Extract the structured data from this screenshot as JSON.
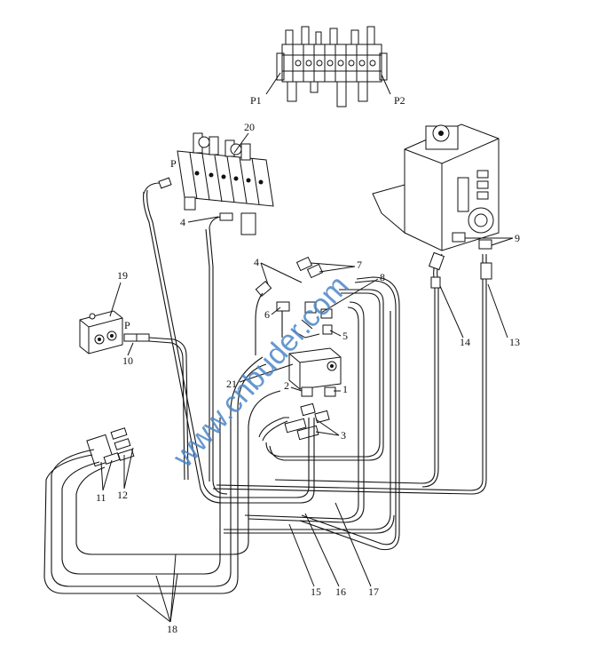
{
  "diagram": {
    "top_valve_ports": {
      "p1": "P1",
      "p2": "P2"
    },
    "main_valve_port": "P",
    "block_port": "P",
    "callouts": {
      "c1": "1",
      "c2": "2",
      "c3": "3",
      "c4a": "4",
      "c4b": "4",
      "c5": "5",
      "c6": "6",
      "c7": "7",
      "c8": "8",
      "c9": "9",
      "c10": "10",
      "c11": "11",
      "c12": "12",
      "c13": "13",
      "c14": "14",
      "c15": "15",
      "c16": "16",
      "c17": "17",
      "c18": "18",
      "c19": "19",
      "c20": "20",
      "c21": "21"
    },
    "watermark": "www.cnbuder.com"
  }
}
